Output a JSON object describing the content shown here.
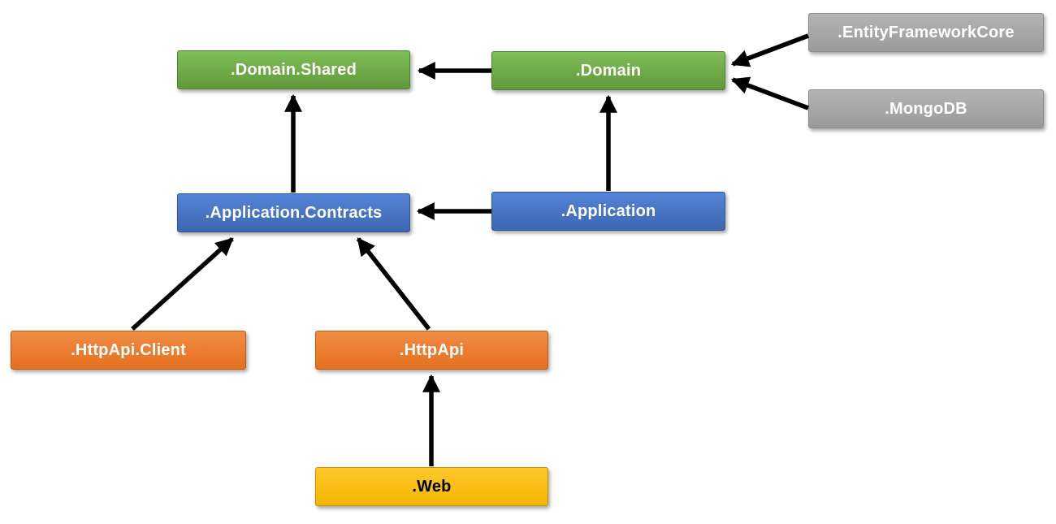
{
  "diagram": {
    "type": "dependency-diagram",
    "arrow_color": "#000000",
    "palette": {
      "green": "#70AD47",
      "blue": "#4472C4",
      "gray": "#A5A5A5",
      "orange": "#ED7D31",
      "yellow": "#FFC000"
    },
    "nodes": {
      "domain_shared": {
        "label": ".Domain.Shared",
        "color": "#70AD47",
        "text_color": "#FFFFFF"
      },
      "domain": {
        "label": ".Domain",
        "color": "#70AD47",
        "text_color": "#FFFFFF"
      },
      "entity_framework_core": {
        "label": ".EntityFrameworkCore",
        "color": "#A5A5A5",
        "text_color": "#FFFFFF"
      },
      "mongodb": {
        "label": ".MongoDB",
        "color": "#A5A5A5",
        "text_color": "#FFFFFF"
      },
      "application_contracts": {
        "label": ".Application.Contracts",
        "color": "#4472C4",
        "text_color": "#FFFFFF"
      },
      "application": {
        "label": ".Application",
        "color": "#4472C4",
        "text_color": "#FFFFFF"
      },
      "httpapi_client": {
        "label": ".HttpApi.Client",
        "color": "#ED7D31",
        "text_color": "#FFFFFF"
      },
      "httpapi": {
        "label": ".HttpApi",
        "color": "#ED7D31",
        "text_color": "#FFFFFF"
      },
      "web": {
        "label": ".Web",
        "color": "#FFC000",
        "text_color": "#000000"
      }
    },
    "edges": [
      {
        "from": ".Domain",
        "to": ".Domain.Shared"
      },
      {
        "from": ".EntityFrameworkCore",
        "to": ".Domain"
      },
      {
        "from": ".MongoDB",
        "to": ".Domain"
      },
      {
        "from": ".Application.Contracts",
        "to": ".Domain.Shared"
      },
      {
        "from": ".Application",
        "to": ".Domain"
      },
      {
        "from": ".Application",
        "to": ".Application.Contracts"
      },
      {
        "from": ".HttpApi.Client",
        "to": ".Application.Contracts"
      },
      {
        "from": ".HttpApi",
        "to": ".Application.Contracts"
      },
      {
        "from": ".Web",
        "to": ".HttpApi"
      }
    ]
  }
}
